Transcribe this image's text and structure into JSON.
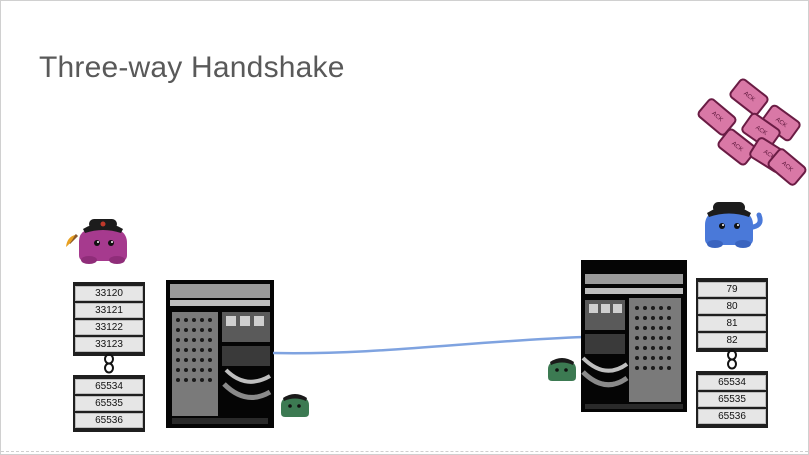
{
  "slide": {
    "title": "Three-way Handshake"
  },
  "client": {
    "ports_top": [
      "33120",
      "33121",
      "33122",
      "33123"
    ],
    "ports_bottom": [
      "65534",
      "65535",
      "65536"
    ]
  },
  "server": {
    "ports_top": [
      "79",
      "80",
      "81",
      "82"
    ],
    "ports_bottom": [
      "65534",
      "65535",
      "65536"
    ]
  },
  "ack_pile": {
    "label": "ACK"
  },
  "colors": {
    "client_monster": "#a63a8e",
    "server_monster": "#4a79d9",
    "packet_monster": "#3c7a52",
    "ack_card": "#d978a6",
    "connection_line": "#7fa3e0",
    "title_text": "#595959"
  },
  "icons": {
    "client": "purple-monster-icon",
    "server": "blue-monster-icon",
    "packet": "green-monster-icon",
    "machines": "server-rack-icon",
    "chain": "chain-link-icon",
    "ack": "ack-card-icon"
  }
}
